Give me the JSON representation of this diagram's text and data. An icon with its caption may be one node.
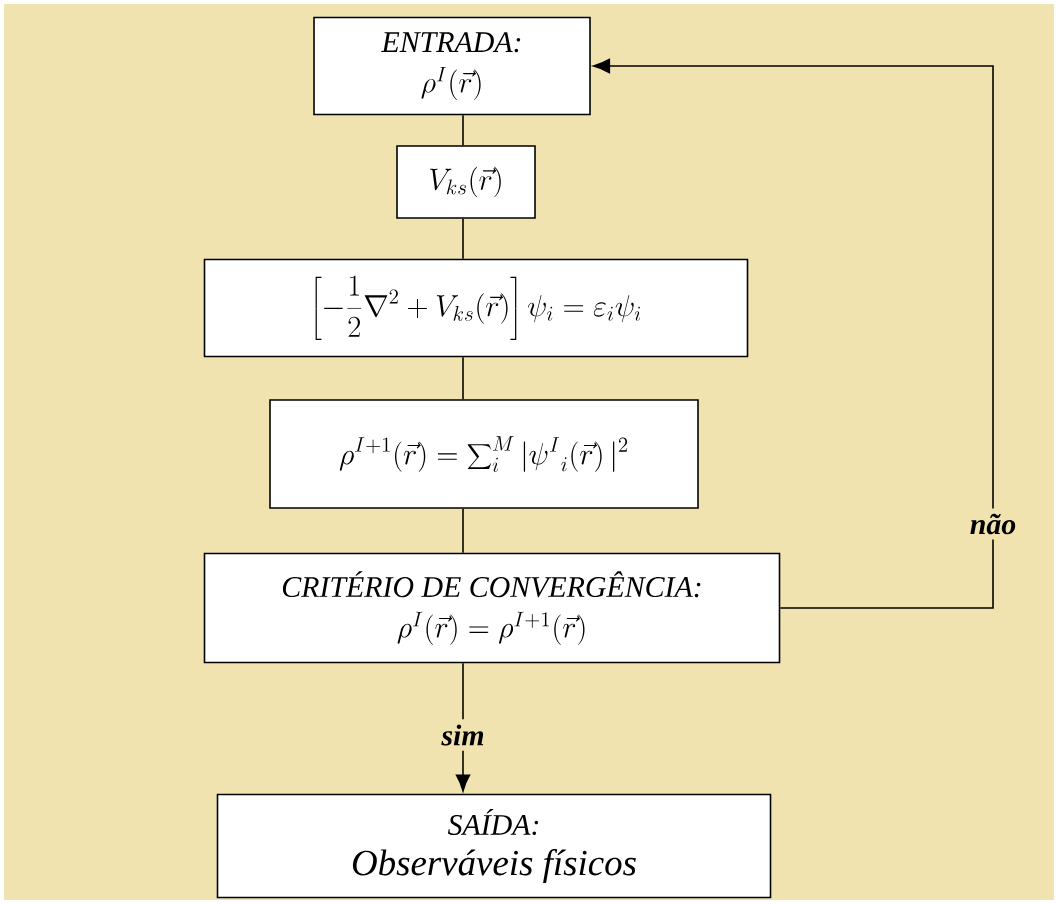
{
  "diagram": {
    "nodes": [
      {
        "text": [
          "ENTRADA:",
          "\\rho^{I}(\\vec{r})"
        ]
      },
      {
        "text": [
          "V_{ks}(\\vec{r})"
        ]
      },
      {
        "text": [
          "\\left[-\\frac{1}{2}\\nabla^{2}+V_{ks}(\\vec{r})\\right]\\psi_{i}=\\varepsilon_{i}\\psi_{i}"
        ]
      },
      {
        "text": [
          "\\rho^{I+1}(\\vec{r})=\\sum\\nolimits_{i}^{M}|{\\psi^{I}}_{i}(\\vec{r})\\,|^{2}"
        ]
      },
      {
        "text": [
          "CRITÉRIO DE CONVERGÊNCIA:",
          "\\rho^{I}(\\vec{r})=\\rho^{I+1}(\\vec{r})"
        ]
      },
      {
        "text": [
          "SAÍDA:",
          "Observáveis físicos"
        ]
      }
    ],
    "edges": [
      {
        "from": 0,
        "to": 1,
        "arrow": "none"
      },
      {
        "from": 1,
        "to": 2,
        "arrow": "none"
      },
      {
        "from": 2,
        "to": 3,
        "arrow": "none"
      },
      {
        "from": 3,
        "to": 4,
        "arrow": "none"
      },
      {
        "from": 4,
        "to": 5,
        "arrow": "to",
        "label": "sim"
      },
      {
        "from": 4,
        "to": 0,
        "arrow": "to",
        "label": "não"
      }
    ]
  }
}
